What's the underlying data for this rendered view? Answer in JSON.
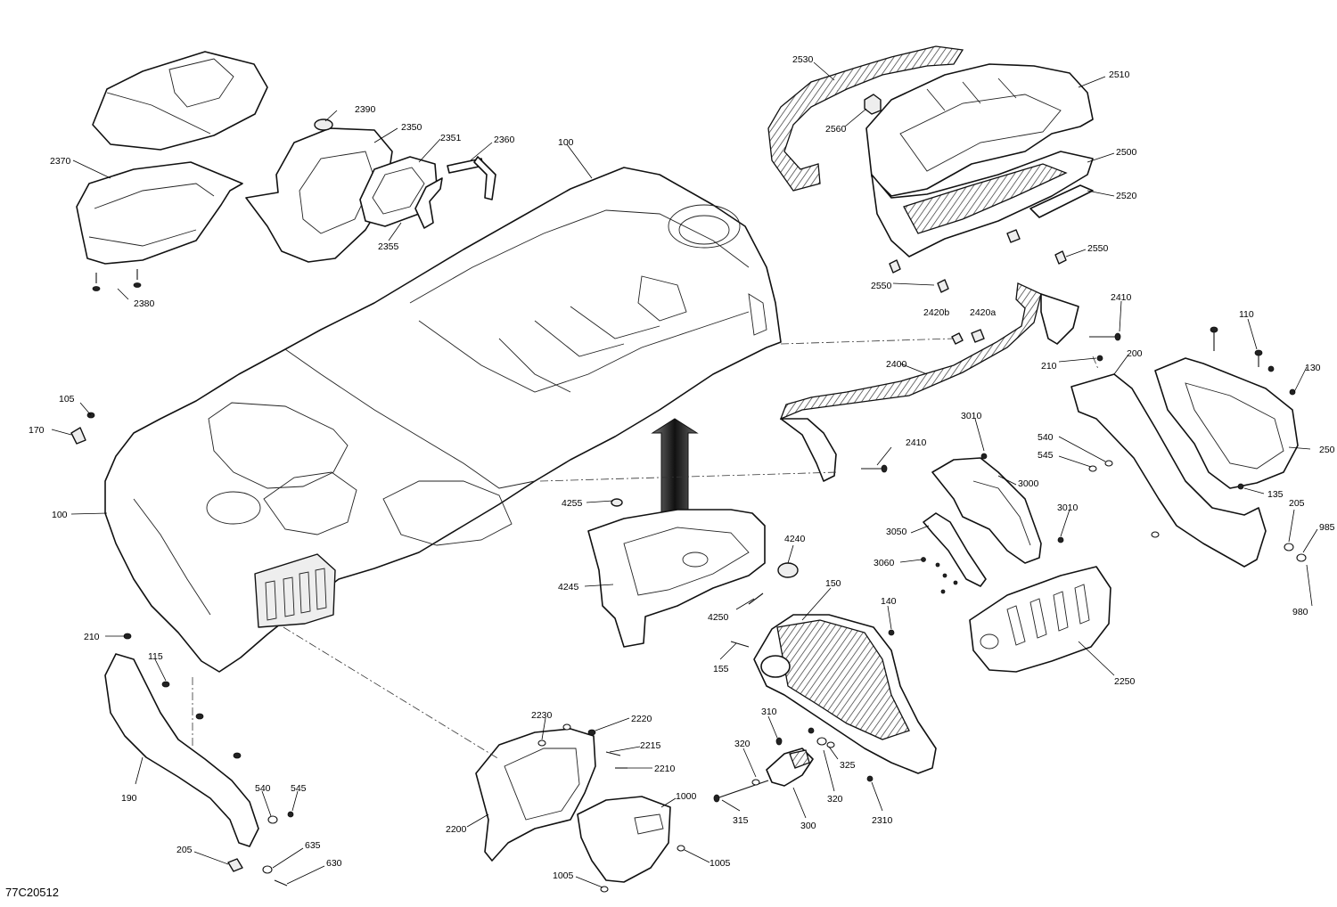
{
  "document_id": "77C20512",
  "callouts": [
    {
      "id": "c2370",
      "text": "2370"
    },
    {
      "id": "c2390",
      "text": "2390"
    },
    {
      "id": "c2350",
      "text": "2350"
    },
    {
      "id": "c2351",
      "text": "2351"
    },
    {
      "id": "c2360",
      "text": "2360"
    },
    {
      "id": "c100a",
      "text": "100"
    },
    {
      "id": "c2355",
      "text": "2355"
    },
    {
      "id": "c2380",
      "text": "2380"
    },
    {
      "id": "c2530",
      "text": "2530"
    },
    {
      "id": "c2510",
      "text": "2510"
    },
    {
      "id": "c2560",
      "text": "2560"
    },
    {
      "id": "c2500",
      "text": "2500"
    },
    {
      "id": "c2520",
      "text": "2520"
    },
    {
      "id": "c2550a",
      "text": "2550"
    },
    {
      "id": "c2550b",
      "text": "2550"
    },
    {
      "id": "c2410a",
      "text": "2410"
    },
    {
      "id": "c2420b",
      "text": "2420b"
    },
    {
      "id": "c2420a",
      "text": "2420a"
    },
    {
      "id": "c110",
      "text": "110"
    },
    {
      "id": "c210a",
      "text": "210"
    },
    {
      "id": "c200",
      "text": "200"
    },
    {
      "id": "c130",
      "text": "130"
    },
    {
      "id": "c2400",
      "text": "2400"
    },
    {
      "id": "c105",
      "text": "105"
    },
    {
      "id": "c170",
      "text": "170"
    },
    {
      "id": "c3010a",
      "text": "3010"
    },
    {
      "id": "c2410b",
      "text": "2410"
    },
    {
      "id": "c540a",
      "text": "540"
    },
    {
      "id": "c545a",
      "text": "545"
    },
    {
      "id": "c250",
      "text": "250"
    },
    {
      "id": "c3000",
      "text": "3000"
    },
    {
      "id": "c135",
      "text": "135"
    },
    {
      "id": "c100b",
      "text": "100"
    },
    {
      "id": "c4255",
      "text": "4255"
    },
    {
      "id": "c3010b",
      "text": "3010"
    },
    {
      "id": "c205a",
      "text": "205"
    },
    {
      "id": "c3050",
      "text": "3050"
    },
    {
      "id": "c985",
      "text": "985"
    },
    {
      "id": "c4240",
      "text": "4240"
    },
    {
      "id": "c3060",
      "text": "3060"
    },
    {
      "id": "c4245",
      "text": "4245"
    },
    {
      "id": "c150",
      "text": "150"
    },
    {
      "id": "c980",
      "text": "980"
    },
    {
      "id": "c140",
      "text": "140"
    },
    {
      "id": "c4250",
      "text": "4250"
    },
    {
      "id": "c210b",
      "text": "210"
    },
    {
      "id": "c115",
      "text": "115"
    },
    {
      "id": "c155",
      "text": "155"
    },
    {
      "id": "c2250",
      "text": "2250"
    },
    {
      "id": "c2230",
      "text": "2230"
    },
    {
      "id": "c2220",
      "text": "2220"
    },
    {
      "id": "c310",
      "text": "310"
    },
    {
      "id": "c2215",
      "text": "2215"
    },
    {
      "id": "c320a",
      "text": "320"
    },
    {
      "id": "c2210",
      "text": "2210"
    },
    {
      "id": "c325",
      "text": "325"
    },
    {
      "id": "c540b",
      "text": "540"
    },
    {
      "id": "c545b",
      "text": "545"
    },
    {
      "id": "c190",
      "text": "190"
    },
    {
      "id": "c1000",
      "text": "1000"
    },
    {
      "id": "c320b",
      "text": "320"
    },
    {
      "id": "c2310",
      "text": "2310"
    },
    {
      "id": "c315",
      "text": "315"
    },
    {
      "id": "c300",
      "text": "300"
    },
    {
      "id": "c2200",
      "text": "2200"
    },
    {
      "id": "c205b",
      "text": "205"
    },
    {
      "id": "c635",
      "text": "635"
    },
    {
      "id": "c630",
      "text": "630"
    },
    {
      "id": "c1005a",
      "text": "1005"
    },
    {
      "id": "c1005b",
      "text": "1005"
    }
  ]
}
